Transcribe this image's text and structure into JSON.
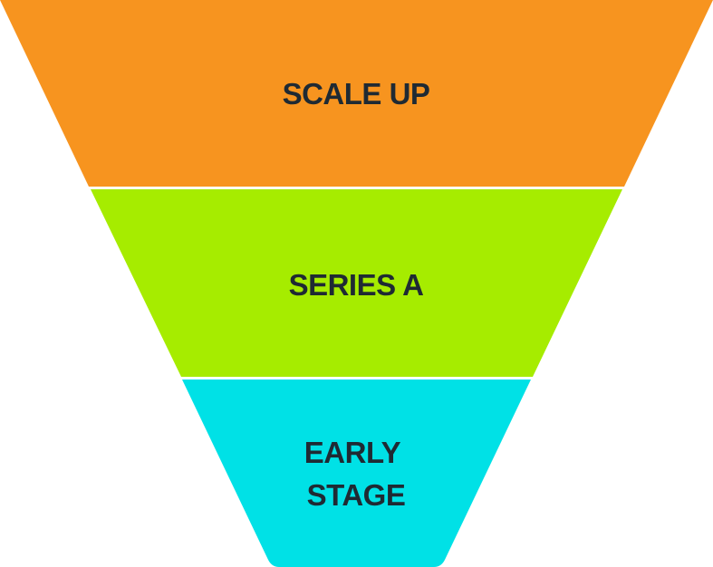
{
  "funnel": {
    "stages": [
      {
        "lines": [
          "SCALE UP"
        ],
        "color": "#f7941f"
      },
      {
        "lines": [
          "SERIES A"
        ],
        "color": "#a6ec00"
      },
      {
        "lines": [
          "EARLY",
          "STAGE"
        ],
        "color": "#00e1e6"
      }
    ]
  }
}
